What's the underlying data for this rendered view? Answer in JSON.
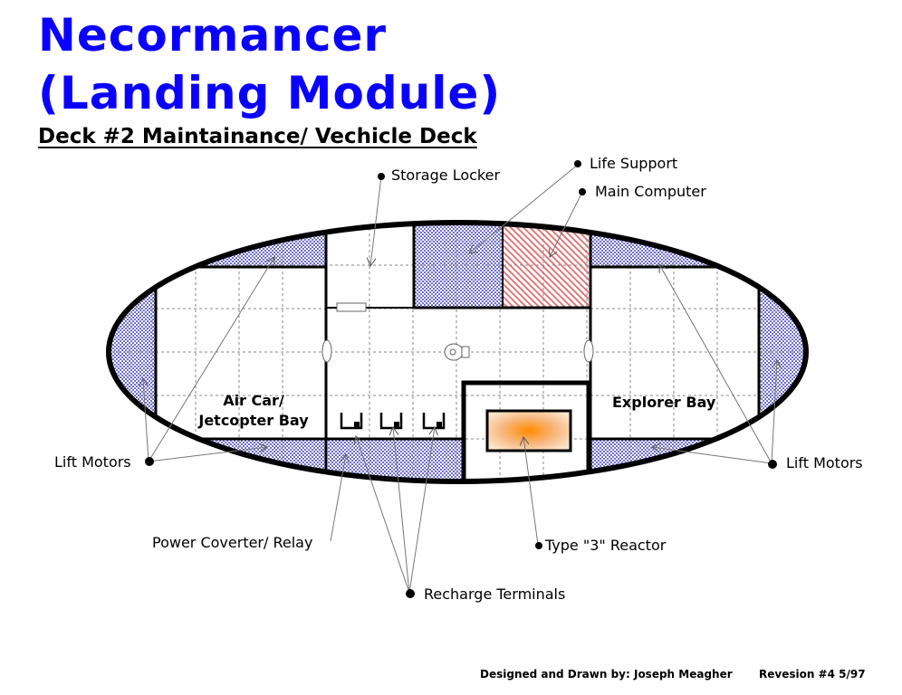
{
  "title": {
    "line1": "Necormancer",
    "line2": "(Landing Module)"
  },
  "subtitle": "Deck #2 Maintainance/ Vechicle Deck",
  "rooms": {
    "air_car_line1": "Air Car/",
    "air_car_line2": "Jetcopter Bay",
    "explorer_bay": "Explorer Bay"
  },
  "callouts": {
    "storage_locker": "Storage Locker",
    "life_support": "Life Support",
    "main_computer": "Main Computer",
    "lift_motors_left": "Lift Motors",
    "lift_motors_right": "Lift Motors",
    "power_converter": "Power Coverter/ Relay",
    "reactor": "Type \"3\" Reactor",
    "recharge_terminals": "Recharge Terminals"
  },
  "footer": {
    "credit": "Designed and Drawn by: Joseph Meagher",
    "revision": "Revesion #4  5/97"
  },
  "colors": {
    "title_blue": "#0a00ff",
    "hatch_blue": "#8080d8",
    "hatch_red": "#e08080",
    "reactor_orange": "#ff8c00"
  }
}
